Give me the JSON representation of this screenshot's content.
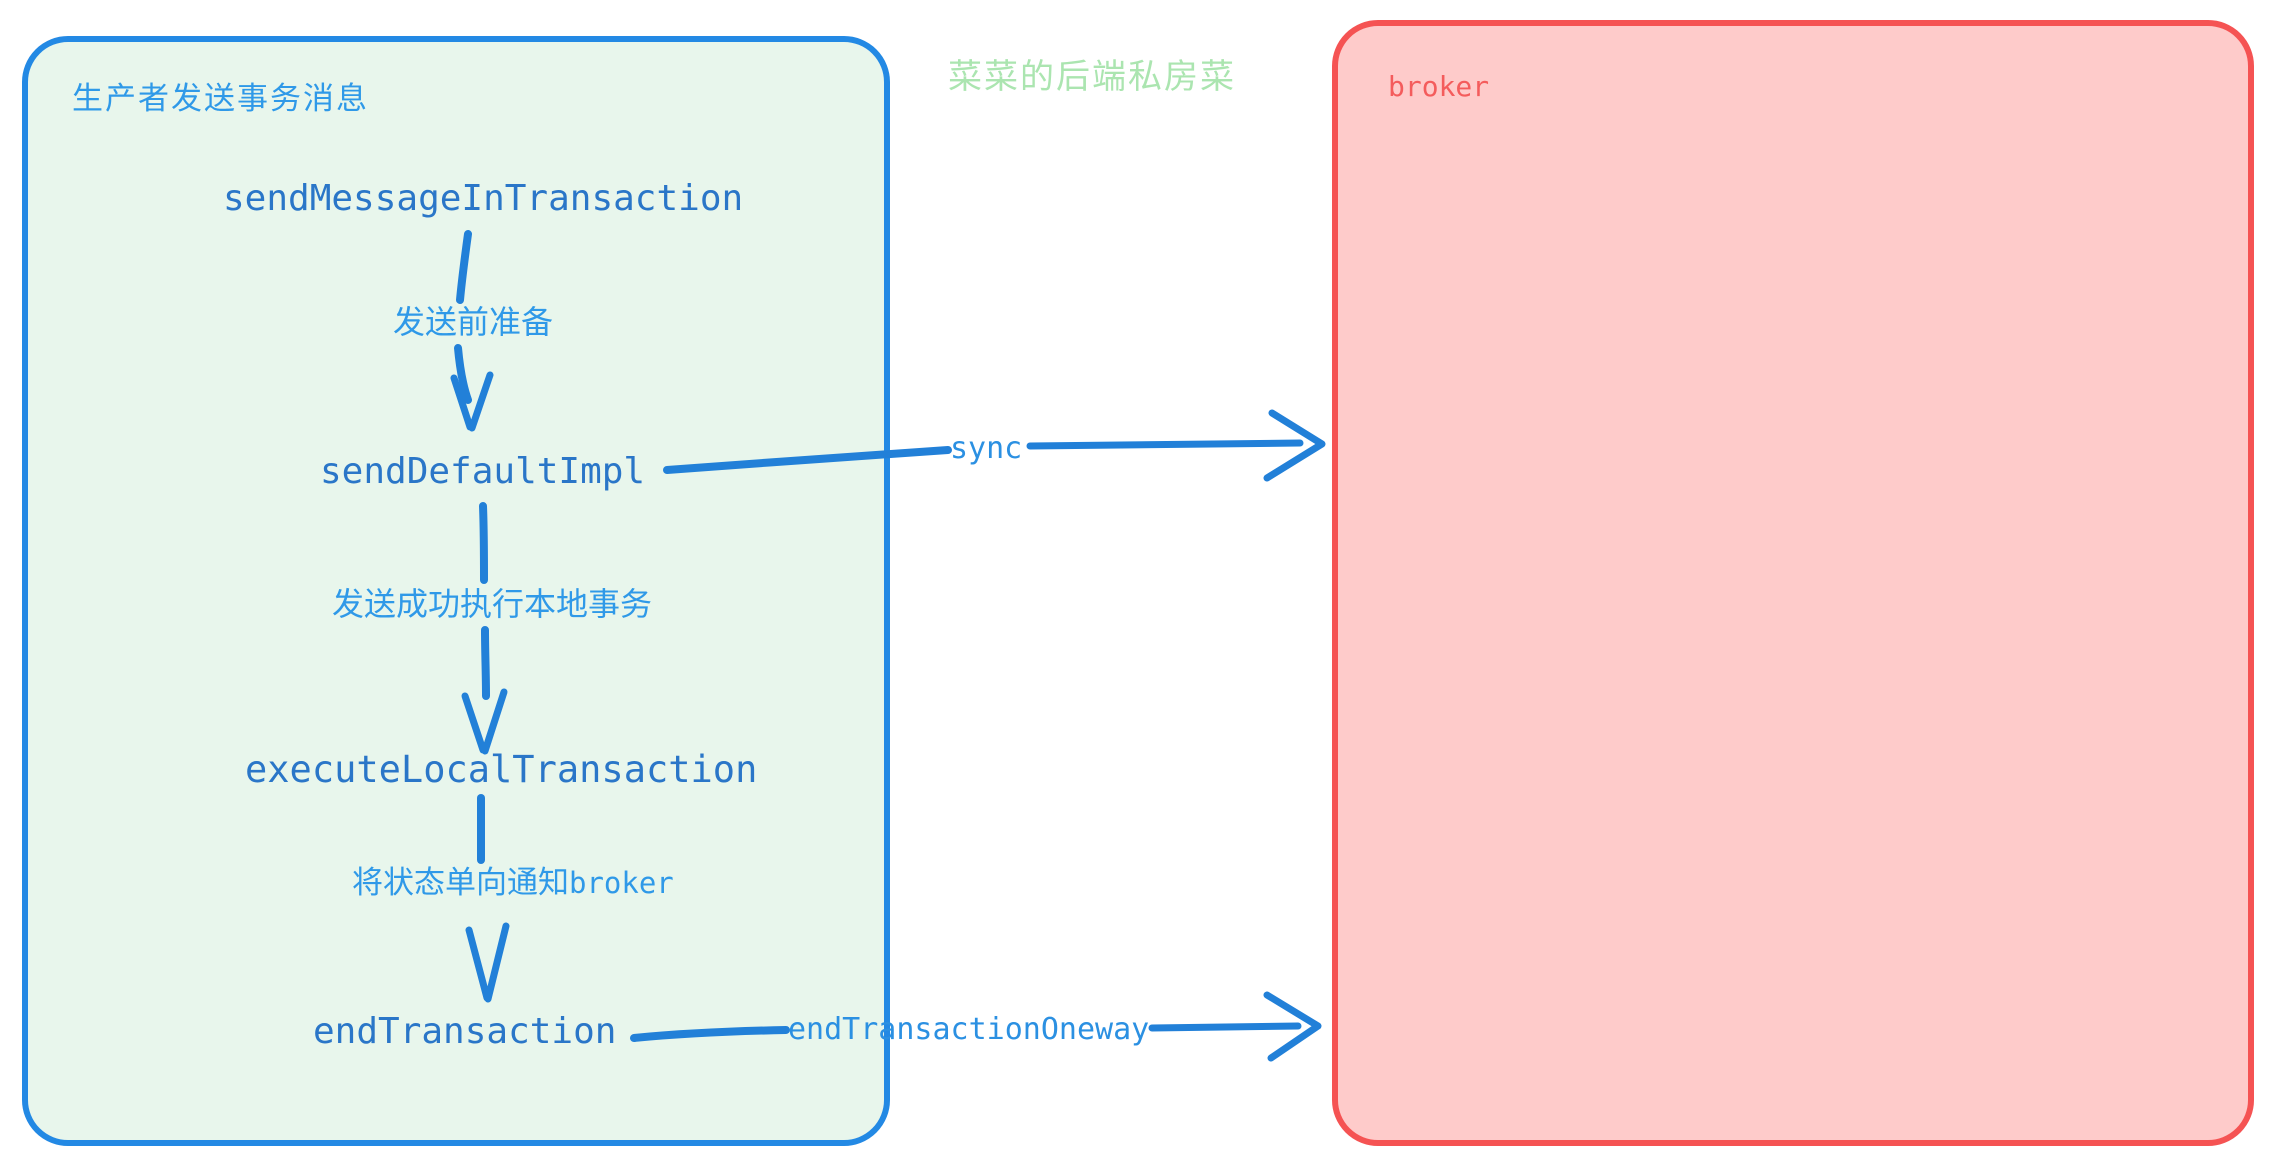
{
  "watermark": {
    "text": "菜菜的后端私房菜"
  },
  "colors": {
    "accent_blue": "#2389e4",
    "blue_code_text": "#2a76c8",
    "blue_label_text": "#2f99e8",
    "accent_red": "#f55353",
    "red_text": "#f45c5c",
    "producer_fill": "#e8f6ec",
    "broker_fill": "#fecbca",
    "watermark_green": "#abe5b0"
  },
  "producer": {
    "title": "生产者发送事务消息",
    "nodes": {
      "send_message_in_transaction": "sendMessageInTransaction",
      "send_default_impl": "sendDefaultImpl",
      "execute_local_transaction": "executeLocalTransaction",
      "end_transaction": "endTransaction"
    },
    "edge_labels": {
      "prepare": "发送前准备",
      "local_tx": "发送成功执行本地事务",
      "notify_prefix": "将状态单向通知",
      "notify_target": "broker"
    }
  },
  "broker": {
    "title": "broker"
  },
  "cross_edges": {
    "sync": "sync",
    "oneway": "endTransactionOneway"
  }
}
